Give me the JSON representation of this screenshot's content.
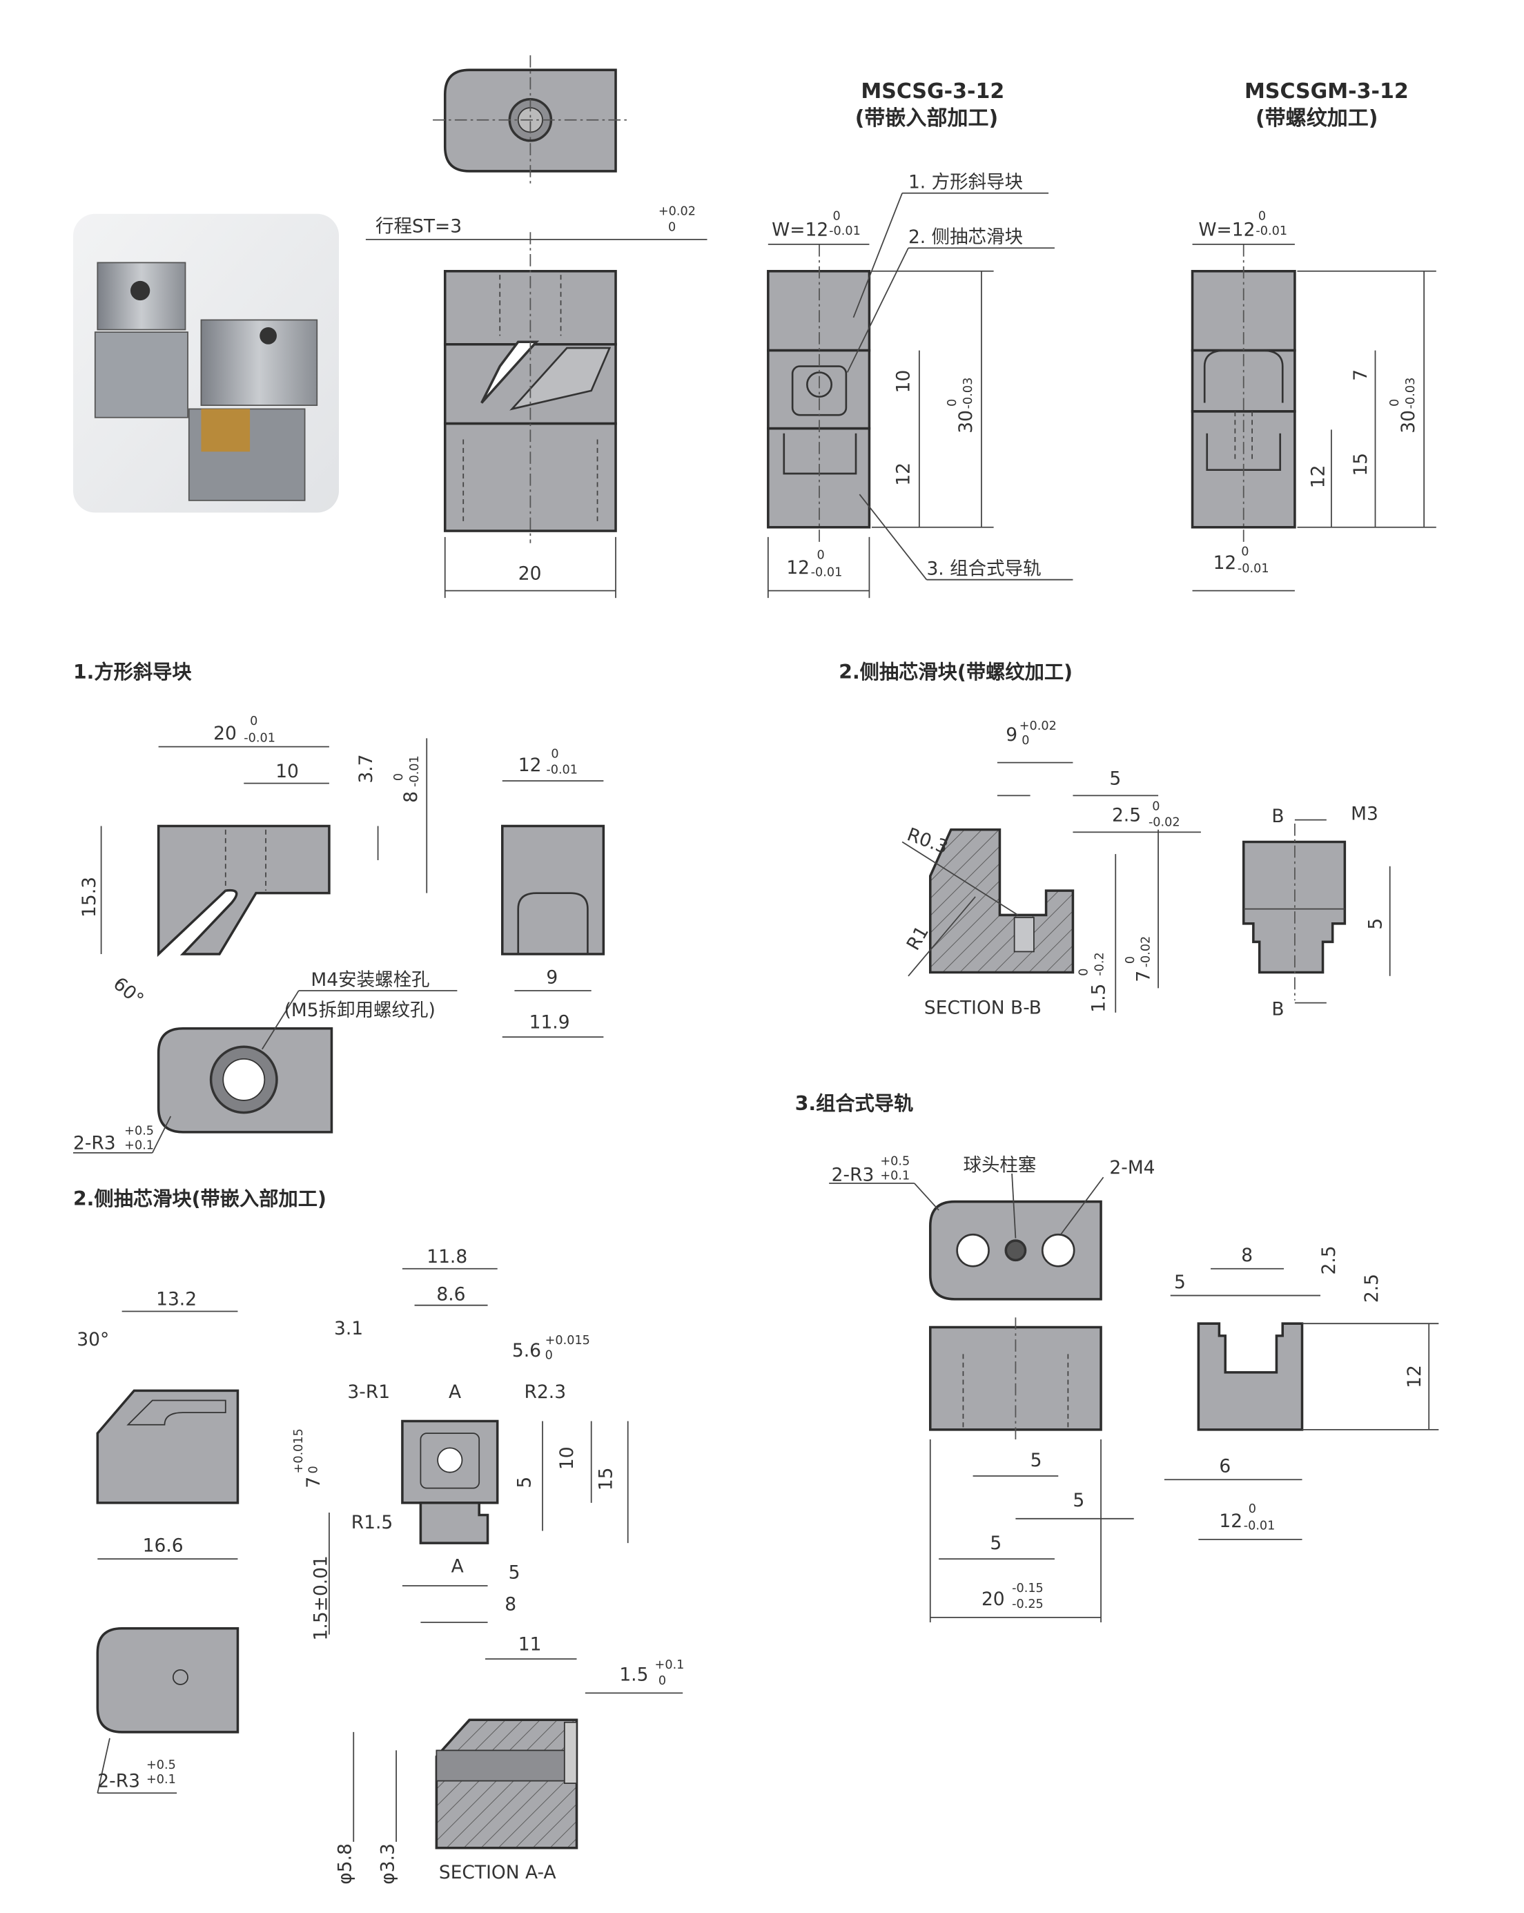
{
  "colors": {
    "part_fill": "#a8a9ad",
    "outline": "#2d2d2d",
    "background": "#ffffff"
  },
  "assembly": {
    "stroke_label": "行程ST=3",
    "stroke_tol_up": "+0.02",
    "stroke_tol_lo": "0",
    "width_20": "20",
    "model_a": {
      "name": "MSCSG-3-12",
      "sub": "(带嵌入部加工)",
      "w_main": "W=12",
      "w_up": "0",
      "w_lo": "-0.01",
      "callout1": "1. 方形斜导块",
      "callout2": "2. 侧抽芯滑块",
      "callout3": "3. 组合式导轨",
      "dim10": "10",
      "dim12": "12",
      "dim30": "30",
      "dim30_up": "0",
      "dim30_lo": "-0.03",
      "b_main": "12",
      "b_up": "0",
      "b_lo": "-0.01"
    },
    "model_b": {
      "name": "MSCSGM-3-12",
      "sub": "(带螺纹加工)",
      "w_main": "W=12",
      "w_up": "0",
      "w_lo": "-0.01",
      "dim7": "7",
      "dim15": "15",
      "dim12": "12",
      "dim30": "30",
      "dim30_up": "0",
      "dim30_lo": "-0.03",
      "b_main": "12",
      "b_up": "0",
      "b_lo": "-0.01"
    }
  },
  "sec1": {
    "heading": "1.方形斜导块",
    "d20": "20",
    "d20_up": "0",
    "d20_lo": "-0.01",
    "d10": "10",
    "d37": "3.7",
    "d8": "8",
    "d8_up": "0",
    "d8_lo": "-0.01",
    "d153": "15.3",
    "ang": "60°",
    "d12": "12",
    "d12_up": "0",
    "d12_lo": "-0.01",
    "d9": "9",
    "d119": "11.9",
    "note1": "M4安装螺栓孔",
    "note2": "(M5拆卸用螺纹孔)",
    "r3": "2-R3",
    "r3_up": "+0.5",
    "r3_lo": "+0.1"
  },
  "sec2a": {
    "heading": "2.侧抽芯滑块(带嵌入部加工)",
    "d132": "13.2",
    "ang": "30°",
    "d166": "16.6",
    "r3": "2-R3",
    "r3_up": "+0.5",
    "r3_lo": "+0.1",
    "d118": "11.8",
    "d86": "8.6",
    "d31": "3.1",
    "d56": "5.6",
    "d56_up": "+0.015",
    "d56_lo": "0",
    "r1": "3-R1",
    "a_top": "A",
    "r23": "R2.3",
    "d7": "7",
    "d7_up": "+0.015",
    "d7_lo": "0",
    "d10": "10",
    "d15": "15",
    "d5v": "5",
    "r15": "R1.5",
    "d15tol": "1.5±0.01",
    "a_bot": "A",
    "d5": "5",
    "d8": "8",
    "d11": "11",
    "d15b": "1.5",
    "d15b_up": "+0.1",
    "d15b_lo": "0",
    "phi58": "φ5.8",
    "phi33": "φ3.3",
    "section": "SECTION A-A"
  },
  "sec2b": {
    "heading": "2.侧抽芯滑块(带螺纹加工)",
    "d9": "9",
    "d9_up": "+0.02",
    "d9_lo": "0",
    "d5": "5",
    "d25": "2.5",
    "d25_up": "0",
    "d25_lo": "-0.02",
    "r03": "R0.3",
    "r1": "R1",
    "section": "SECTION B-B",
    "d15": "1.5",
    "d15_up": "0",
    "d15_lo": "-0.2",
    "d7": "7",
    "d7_up": "0",
    "d7_lo": "-0.02",
    "b_top": "B",
    "m3": "M3",
    "d5v": "5",
    "b_bot": "B"
  },
  "sec3": {
    "heading": "3.组合式导轨",
    "r3": "2-R3",
    "r3_up": "+0.5",
    "r3_lo": "+0.1",
    "plunger": "球头柱塞",
    "m4": "2-M4",
    "d5a": "5",
    "d5b": "5",
    "d5c": "5",
    "d20": "20",
    "d20_up": "-0.15",
    "d20_lo": "-0.25",
    "d8": "8",
    "d5": "5",
    "d25a": "2.5",
    "d25b": "2.5",
    "d12v": "12",
    "d6": "6",
    "d12": "12",
    "d12_up": "0",
    "d12_lo": "-0.01"
  }
}
